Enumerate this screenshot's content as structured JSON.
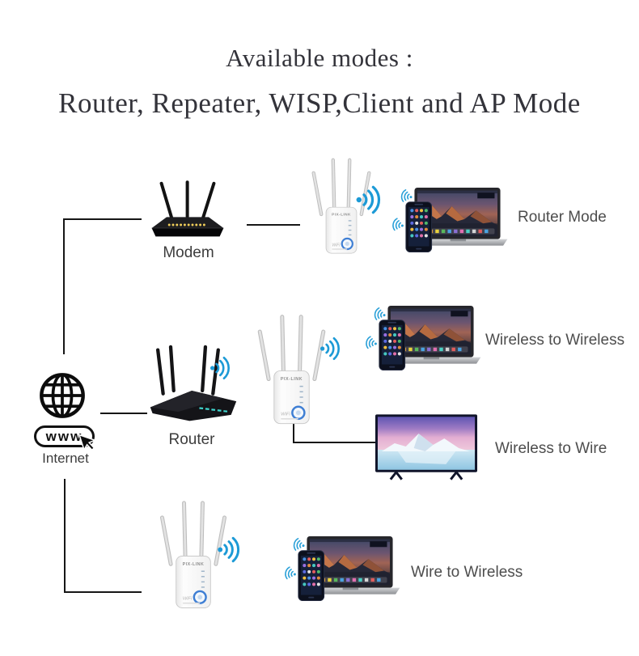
{
  "title": {
    "line1": "Available modes :",
    "line2": "Router, Repeater, WISP,Client and AP Mode"
  },
  "internet": {
    "www_badge": "www",
    "label": "Internet"
  },
  "devices": {
    "modem_label": "Modem",
    "router_label": "Router",
    "repeater_brand": "PIX-LINK",
    "repeater_wifi_text": "WiFi"
  },
  "modes": {
    "router_mode": "Router Mode",
    "wireless_to_wireless": "Wireless to Wireless",
    "wireless_to_wire": "Wireless to Wire",
    "wire_to_wireless": "Wire to Wireless"
  },
  "colors": {
    "wifi_blue": "#1c9ad6",
    "connector_line": "#161616",
    "title_text": "#33333a",
    "label_text": "#3c3c3c",
    "mode_label_text": "#4d4d4d",
    "modem_led_yellow": "#f2cf5a",
    "router_led_teal": "#3fd6cf",
    "repeater_button_blue": "#3f7fd4"
  }
}
